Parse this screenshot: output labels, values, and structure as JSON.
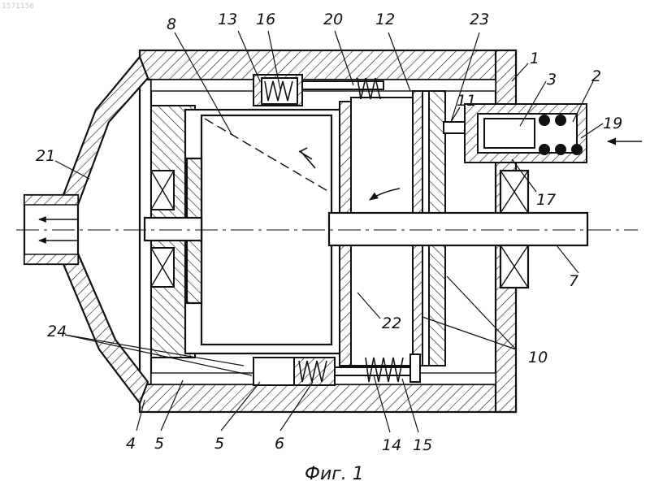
{
  "watermark": "1571156",
  "caption": "Фиг. 1",
  "labels": {
    "l1": "1",
    "l2": "2",
    "l3": "3",
    "l4": "4",
    "l5a": "5",
    "l5b": "5",
    "l6": "6",
    "l7": "7",
    "l8": "8",
    "l10": "10",
    "l11": "11",
    "l12": "12",
    "l13": "13",
    "l14": "14",
    "l15": "15",
    "l16": "16",
    "l17": "17",
    "l19": "19",
    "l20": "20",
    "l21": "21",
    "l22": "22",
    "l23": "23",
    "l24": "24"
  }
}
